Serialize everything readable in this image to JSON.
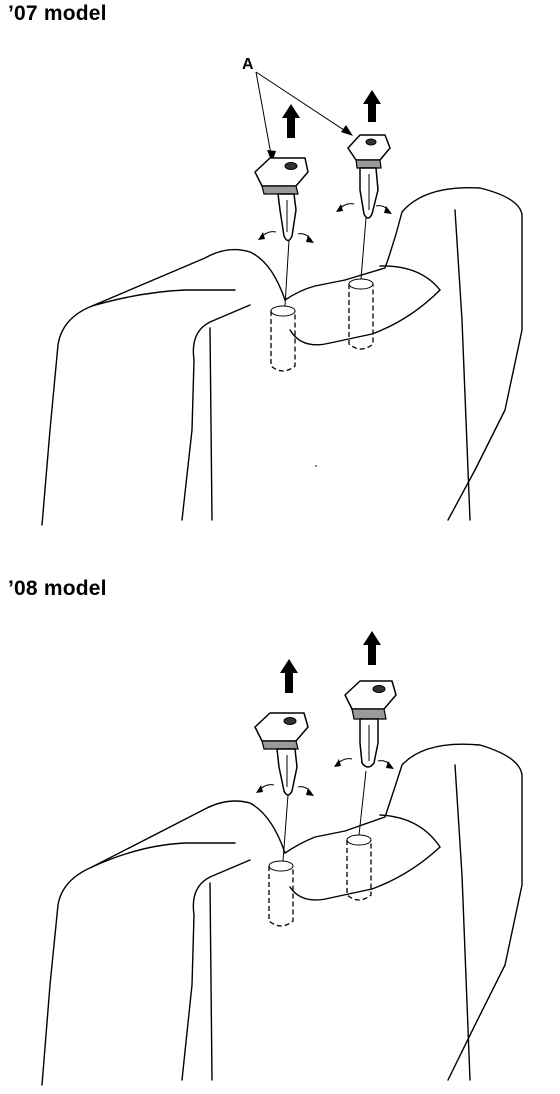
{
  "panels": [
    {
      "title": "’07 model",
      "callout": "A"
    },
    {
      "title": "’08 model"
    }
  ],
  "icons": {
    "seat": "seat-back-outline",
    "clip": "headrest-guide-clip",
    "removal_arrow": "up-arrow",
    "squeeze_arrows": "curved-inward-arrows"
  }
}
